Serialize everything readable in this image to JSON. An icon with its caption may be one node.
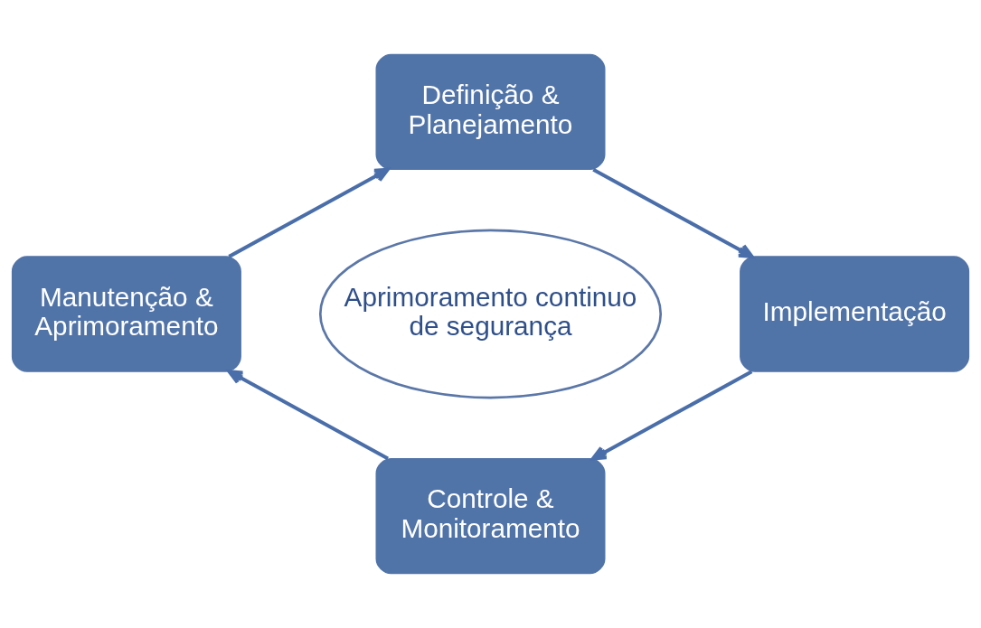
{
  "diagram": {
    "nodes": [
      {
        "text": [
          "Definição & Planejamento"
        ]
      },
      {
        "text": [
          "Manutenção & Aprimoramento"
        ]
      },
      {
        "text": [
          "Aprimoramento continuo de segurança"
        ]
      },
      {
        "text": [
          "Implementação"
        ]
      },
      {
        "text": [
          "Controle & Monitoramento"
        ]
      }
    ],
    "edges": [
      {
        "from": 0,
        "to": 3,
        "arrow": "to"
      },
      {
        "from": 3,
        "to": 4,
        "arrow": "to"
      },
      {
        "from": 4,
        "to": 1,
        "arrow": "to"
      },
      {
        "from": 1,
        "to": 0,
        "arrow": "to"
      }
    ]
  }
}
